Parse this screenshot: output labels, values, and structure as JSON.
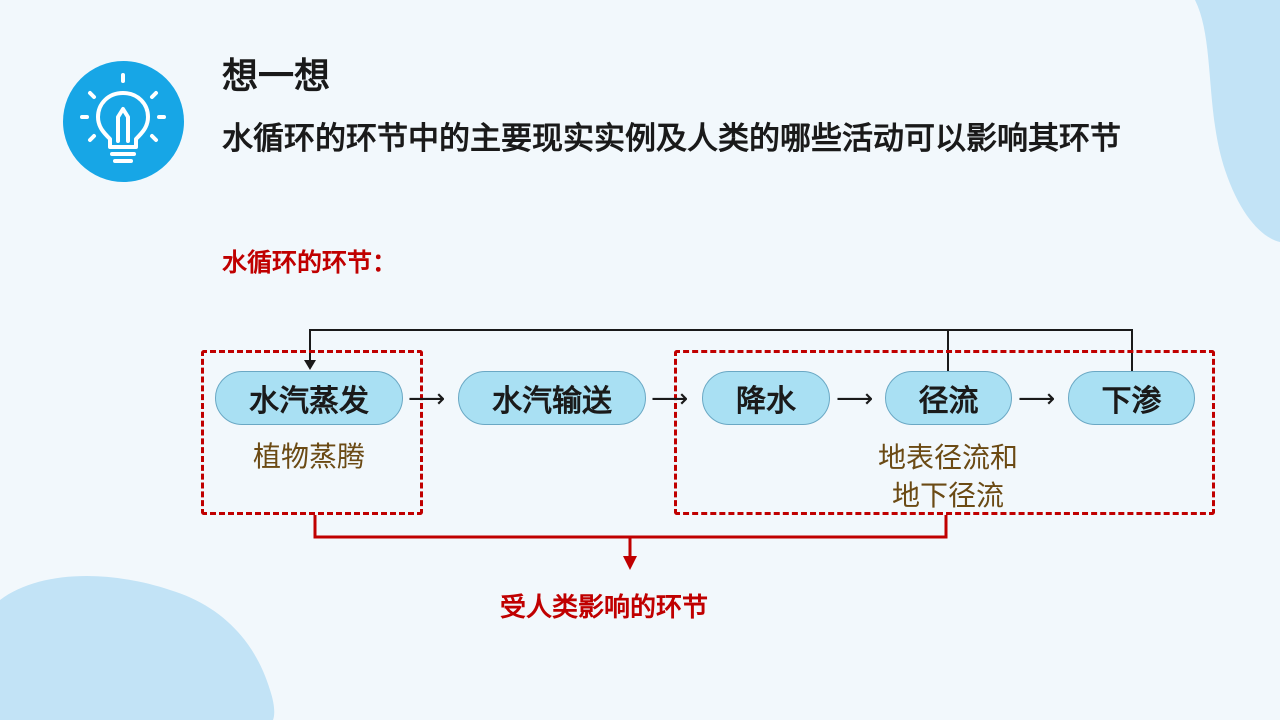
{
  "header": {
    "title": "想一想",
    "question": "水循环的环节中的主要现实实例及人类的哪些活动可以影响其环节"
  },
  "diagram": {
    "section_label": "水循环的环节：",
    "nodes": [
      {
        "label": "水汽蒸发",
        "note": "植物蒸腾"
      },
      {
        "label": "水汽输送"
      },
      {
        "label": "降水"
      },
      {
        "label": "径流"
      },
      {
        "label": "下渗"
      }
    ],
    "group_note": {
      "line1": "地表径流和",
      "line2": "地下径流"
    },
    "arrow_glyph": "⟶",
    "result_label": "受人类影响的环节"
  },
  "colors": {
    "accent_red": "#c00000",
    "node_fill": "#a9e0f3",
    "icon_blue": "#17a6e6",
    "note_brown": "#6b4a14"
  },
  "icons": {
    "header": "lightbulb-pencil-icon"
  }
}
